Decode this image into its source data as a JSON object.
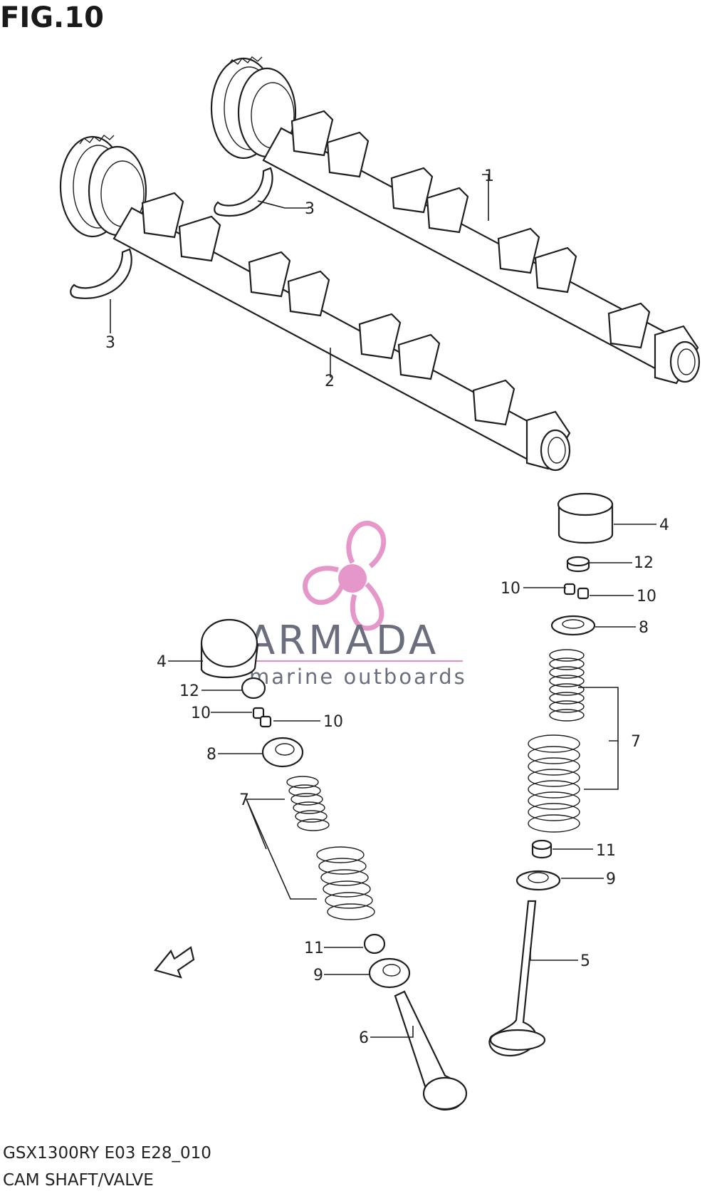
{
  "header": {
    "figure_label": "FIG.10"
  },
  "footer": {
    "model_code": "GSX1300RY E03 E28_010",
    "section_name": "CAM SHAFT/VALVE"
  },
  "watermark": {
    "brand_name": "ARMADA",
    "brand_tagline": "marine outboards",
    "accent_color": "#e48cc4",
    "text_color": "#6b6e7d"
  },
  "direction_badge": {
    "label": "FWD"
  },
  "callouts": {
    "c1": "1",
    "c2": "2",
    "c3a": "3",
    "c3b": "3",
    "c4r": "4",
    "c12r": "12",
    "c10ra": "10",
    "c10rb": "10",
    "c8r": "8",
    "c7r": "7",
    "c11r": "11",
    "c9r": "9",
    "c5": "5",
    "c4l": "4",
    "c12l": "12",
    "c10la": "10",
    "c10lb": "10",
    "c8l": "8",
    "c7l": "7",
    "c11l": "11",
    "c9l": "9",
    "c6": "6"
  }
}
